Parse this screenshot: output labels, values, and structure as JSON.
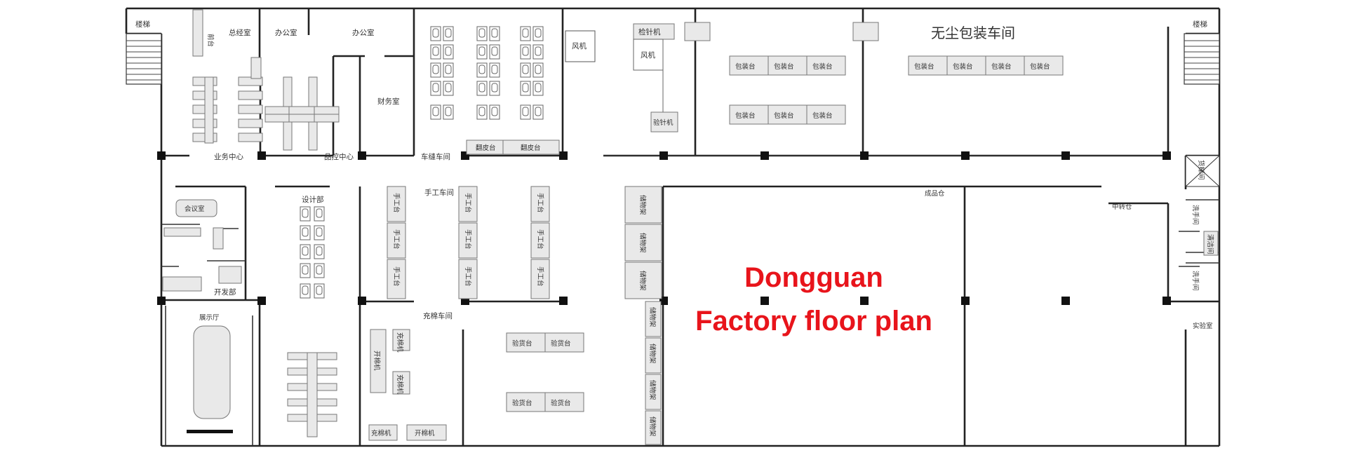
{
  "caption": {
    "line1": "Dongguan",
    "line2": "Factory floor plan",
    "color": "#e8141b"
  },
  "labels": {
    "stairs_left": "楼梯",
    "stairs_right": "楼梯",
    "reception": "前台",
    "general_manager": "总经室",
    "office_1": "办公室",
    "office_2": "办公室",
    "finance": "财务室",
    "business_center": "业务中心",
    "qc_center": "品控中心",
    "sewing_workshop": "车缝车间",
    "fan": "风机",
    "needle_detector": "检针机",
    "fan_2": "风机",
    "needle_detector_2": "验针机",
    "dustfree_packing": "无尘包装车间",
    "packing_station": "包装台",
    "meeting_room": "会议室",
    "design_dept": "设计部",
    "development_dept": "开发部",
    "showroom": "展示厅",
    "handwork_workshop": "手工车间",
    "handwork_table": "手工台",
    "cutting_table": "翻皮台",
    "finished_warehouse": "成品仓",
    "transit_warehouse": "中转仓",
    "storage_shelf": "储物架",
    "filling_workshop": "充棉车间",
    "filling_machine": "充棉机",
    "opening_machine": "开棉机",
    "inspection_table": "验货台",
    "lab": "实验室",
    "elevator": "货梯间",
    "washroom": "洗手间",
    "utility": "清洁间"
  }
}
